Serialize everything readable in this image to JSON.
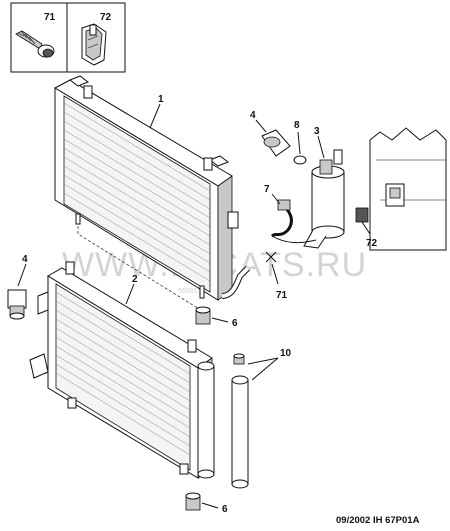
{
  "callouts": {
    "ref_71_top": "71",
    "ref_72_top": "72",
    "ref_1": "1",
    "ref_4_top": "4",
    "ref_8": "8",
    "ref_3": "3",
    "ref_7": "7",
    "ref_72": "72",
    "ref_71": "71",
    "ref_2": "2",
    "ref_4_left": "4",
    "ref_6_upper": "6",
    "ref_10": "10",
    "ref_6_lower": "6"
  },
  "footer": {
    "code": "09/2002  IH  67P01A"
  },
  "watermark": {
    "text": "WWW.ELCATS.RU",
    "small": "9650153"
  }
}
